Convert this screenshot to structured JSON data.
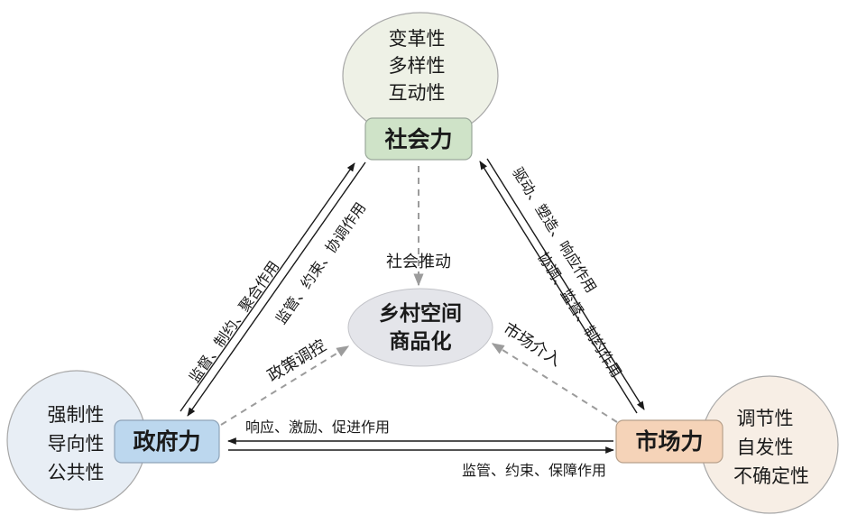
{
  "social": {
    "title": "社会力",
    "traits": [
      "变革性",
      "多样性",
      "互动性"
    ]
  },
  "government": {
    "title": "政府力",
    "traits": [
      "强制性",
      "导向性",
      "公共性"
    ]
  },
  "market": {
    "title": "市场力",
    "traits": [
      "调节性",
      "自发性",
      "不确定性"
    ]
  },
  "center": {
    "line1": "乡村空间",
    "line2": "商品化"
  },
  "links": {
    "gov_to_social": "监督、制约、聚合作用",
    "social_to_gov": "监管、约束、协调作用",
    "social_to_market": "驱动、塑造、响应作用",
    "market_to_social": "协调、监督、制约作用",
    "market_to_gov": "响应、激励、促进作用",
    "gov_to_market": "监管、约束、保障作用"
  },
  "flows": {
    "social": "社会推动",
    "government": "政策调控",
    "market": "市场介入"
  },
  "colors": {
    "social_box": "#cfe3c8",
    "social_circle": "#eef1e6",
    "gov_box": "#bcd7ee",
    "gov_circle": "#e8eef5",
    "market_box": "#f5d3b8",
    "market_circle": "#f7eee5",
    "center_ellipse": "#e4e5ea",
    "dash_arrow": "#9c9c9c"
  }
}
